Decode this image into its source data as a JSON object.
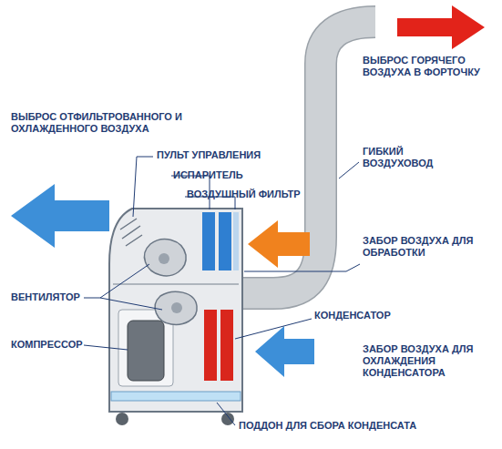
{
  "diagram": {
    "labels": [
      "ВЫБРОС ГОРЯЧЕГО ВОЗДУХА В ФОРТОЧКУ",
      "ВЫБРОС ОТФИЛЬТРОВАННОГО И ОХЛАЖДЕННОГО ВОЗДУХА",
      "ПУЛЬТ УПРАВЛЕНИЯ",
      "ИСПАРИТЕЛЬ",
      "ВОЗДУШНЫЙ ФИЛЬТР",
      "ГИБКИЙ ВОЗДУХОВОД",
      "ЗАБОР ВОЗДУХА ДЛЯ ОБРАБОТКИ",
      "ВЕНТИЛЯТОР",
      "КОНДЕНСАТОР",
      "КОМПРЕССОР",
      "ЗАБОР ВОЗДУХА ДЛЯ ОХЛАЖДЕНИЯ КОНДЕНСАТОРА",
      "ПОДДОН ДЛЯ СБОРА КОНДЕНСАТА"
    ]
  }
}
